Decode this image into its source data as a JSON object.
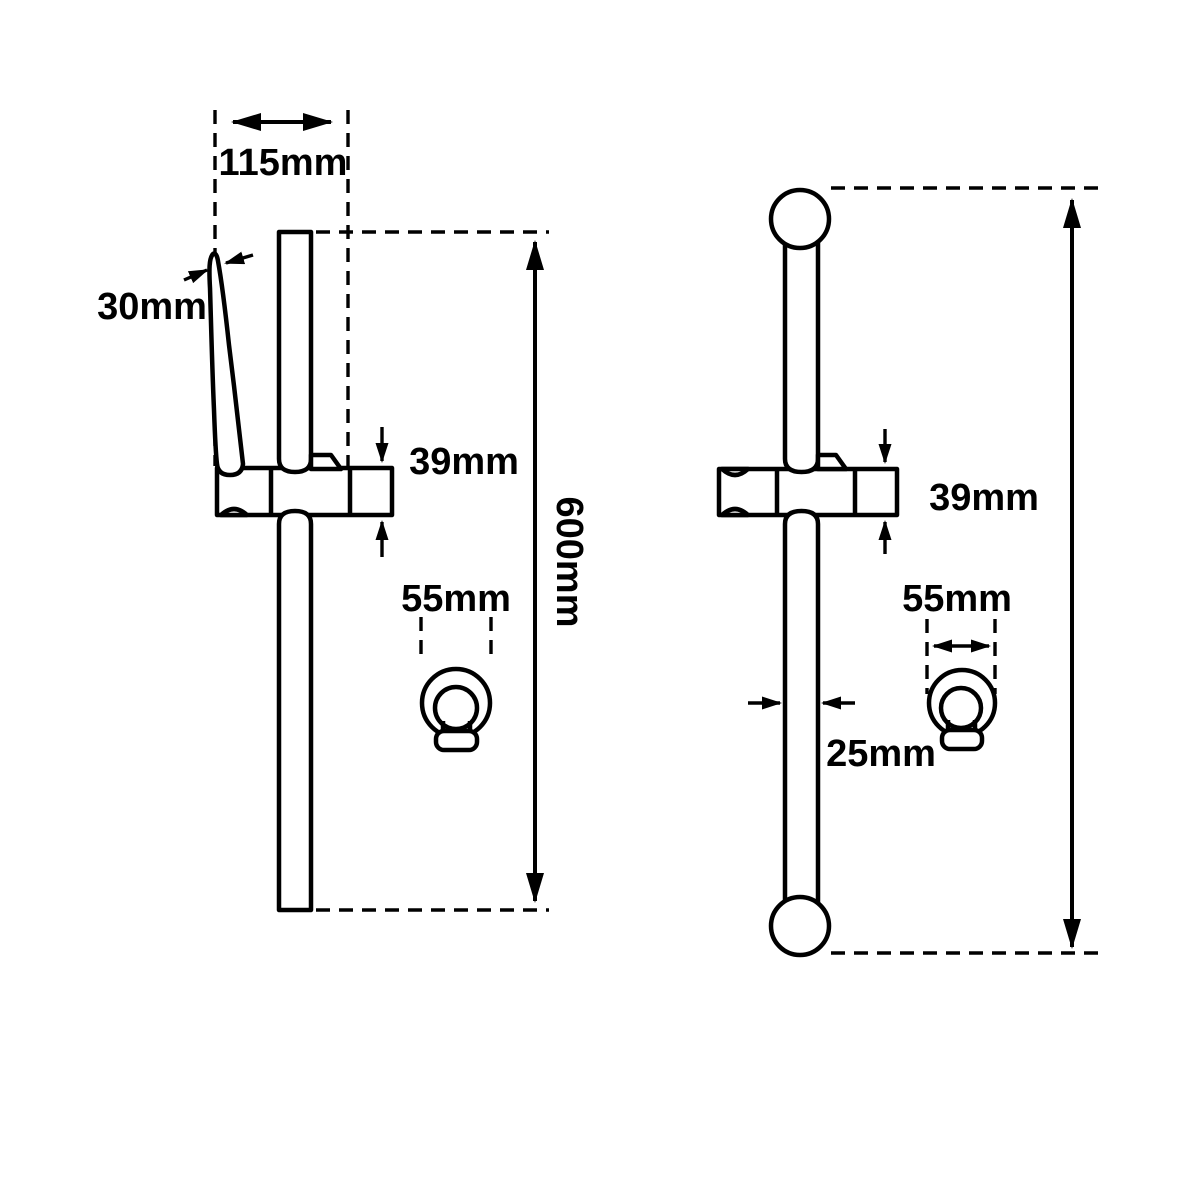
{
  "diagram": {
    "background_color": "#ffffff",
    "line_color": "#000000",
    "left_view": {
      "width_label": "115mm",
      "hook_thickness_label": "30mm",
      "slider_height_label": "39mm",
      "rail_length_label": "600mm",
      "bracket_width_label": "55mm"
    },
    "right_view": {
      "slider_height_label": "39mm",
      "bracket_width_label": "55mm",
      "rail_diameter_label": "25mm"
    }
  }
}
